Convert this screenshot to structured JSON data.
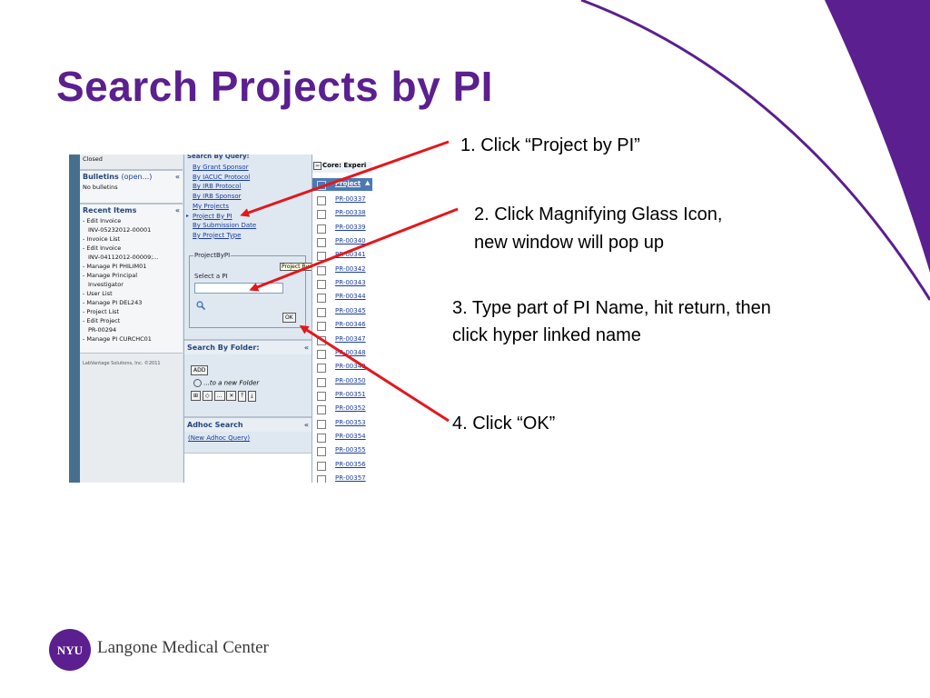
{
  "slide": {
    "title": "Search Projects by PI",
    "steps": [
      "1.  Click “Project by PI”",
      "2.   Click Magnifying Glass Icon,",
      "new window will pop up",
      "3.   Type part of PI Name, hit return, then",
      "click hyper linked name",
      "4.  Click “OK”"
    ],
    "brand": {
      "badge": "NYU",
      "name": "Langone Medical Center"
    },
    "colors": {
      "title": "#5b1f8f",
      "arrow": "#e3171c",
      "brand": "#5b1f8f"
    }
  },
  "screenshot": {
    "left": {
      "top_text": "Closed",
      "bulletins_title": "Bulletins",
      "bulletins_open": "(open...)",
      "no_bulletins": "No bulletins",
      "recent_title": "Recent Items",
      "recent_items": [
        "- Edit Invoice",
        "INV-05232012-00001",
        "- Invoice List",
        "- Edit Invoice",
        "INV-04112012-00009;...",
        "- Manage PI PHILIM01",
        "- Manage Principal",
        "Investigator",
        "- User List",
        "- Manage PI DEL243",
        "- Project List",
        "- Edit Project",
        "PR-00294",
        "- Manage PI CURCHC01"
      ],
      "footer": "LabVantage Solutions, Inc. ©2011"
    },
    "middle": {
      "query_header": "Search By Query:",
      "query_links": [
        "By Grant Sponsor",
        "By IACUC Protocol",
        "By IRB Protocol",
        "By IRB Sponsor",
        "My Projects",
        "Project By PI",
        "By Submission Date",
        "By Project Type"
      ],
      "group_label": "ProjectByPI",
      "select_label": "Select a PI",
      "tooltip": "Project By PI",
      "ok_label": "OK",
      "folder_header": "Search By Folder:",
      "add_label": "ADD",
      "new_folder": "...to a new Folder",
      "adhoc_header": "Adhoc Search",
      "adhoc_link": "(New Adhoc Query)"
    },
    "right": {
      "header": "Core: Experi",
      "col_header": "Project",
      "projects": [
        "PR-00337",
        "PR-00338",
        "PR-00339",
        "PR-00340",
        "PR-00341",
        "PR-00342",
        "PR-00343",
        "PR-00344",
        "PR-00345",
        "PR-00346",
        "PR-00347",
        "PR-00348",
        "PR-00349",
        "PR-00350",
        "PR-00351",
        "PR-00352",
        "PR-00353",
        "PR-00354",
        "PR-00355",
        "PR-00356",
        "PR-00357"
      ]
    }
  }
}
